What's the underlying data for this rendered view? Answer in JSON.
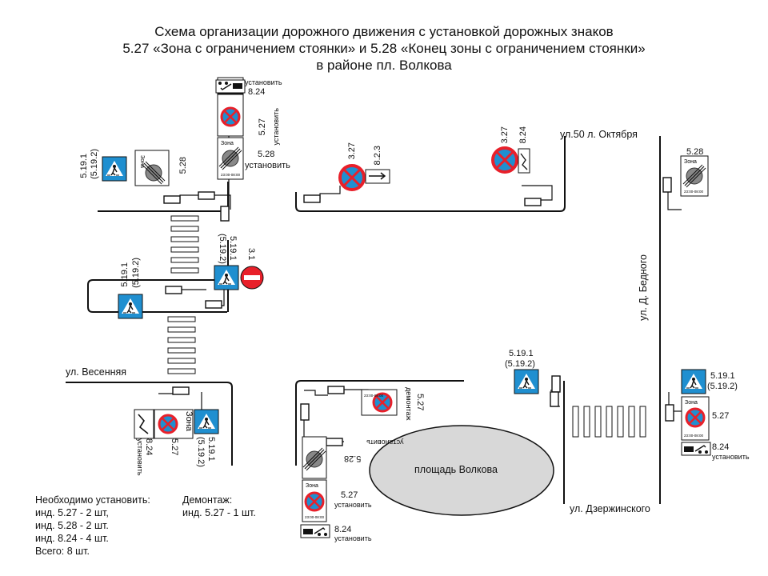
{
  "title": {
    "line1": "Схема организации дорожного движения с установкой дорожных знаков",
    "line2": "5.27 «Зона с ограничением стоянки» и 5.28 «Конец зоны с ограничением стоянки»",
    "line3": "в районе пл. Волкова"
  },
  "streets": {
    "oktyabrya": "ул.50 л. Октября",
    "bednogo": "ул. Д. Бедного",
    "vesennyaya": "ул. Весенняя",
    "dzerzhinskogo": "ул. Дзержинского"
  },
  "square": "площадь Волкова",
  "sign_text": {
    "zona": "Зона",
    "time": "23:00-08:00"
  },
  "labels": {
    "tl_crossing_a": "5.19.1",
    "tl_crossing_b": "(5.19.2)",
    "tl_528": "5.28",
    "tl_528_top": "5.28",
    "tl_528_install": "установить",
    "tl_527": "5.27",
    "tl_527_install": "установить",
    "tl_824": "8.24",
    "tl_824_install": "установить",
    "mid_crossing_a": "5.19.1",
    "mid_crossing_b": "(5.19.2)",
    "mid_31": "3.1",
    "left_crossing_a": "5.19.1",
    "left_crossing_b": "(5.19.2)",
    "c_327": "3.27",
    "c_823": "8.2.3",
    "r_327": "3.27",
    "r_824": "8.24",
    "bednogo_528": "5.28",
    "bl_824": "8.24",
    "bl_824_install": "установить",
    "bl_527": "5.27",
    "bl_zona": "Зона",
    "bl_crossing_a": "5.19.1",
    "bl_crossing_b": "(5.19.2)",
    "sq_crossing_a": "5.19.1",
    "sq_crossing_b": "(5.19.2)",
    "sq_527": "5.27",
    "sq_527_dismantle": "демонтаж",
    "sq_install": "установить",
    "sq_528": "5.28",
    "sq_527b": "5.27",
    "sq_527b_install": "установить",
    "sq_824": "8.24",
    "sq_824_install": "установить",
    "br_crossing_a": "5.19.1",
    "br_crossing_b": "(5.19.2)",
    "br_527": "5.27",
    "br_824": "8.24",
    "br_824_install": "установить"
  },
  "notes": {
    "install_title": "Необходимо установить:",
    "install_lines": [
      "инд. 5.27 - 2 шт,",
      "инд. 5.28 - 2 шт.",
      "инд. 8.24 - 4 шт.",
      "Всего: 8 шт."
    ],
    "dismantle_title": "Демонтаж:",
    "dismantle_line": "инд. 5.27 - 1 шт."
  },
  "colors": {
    "sign_blue": "#1f8fd0",
    "sign_red": "#e8202a",
    "line": "#111111",
    "oval_fill": "#d8d8d8"
  }
}
